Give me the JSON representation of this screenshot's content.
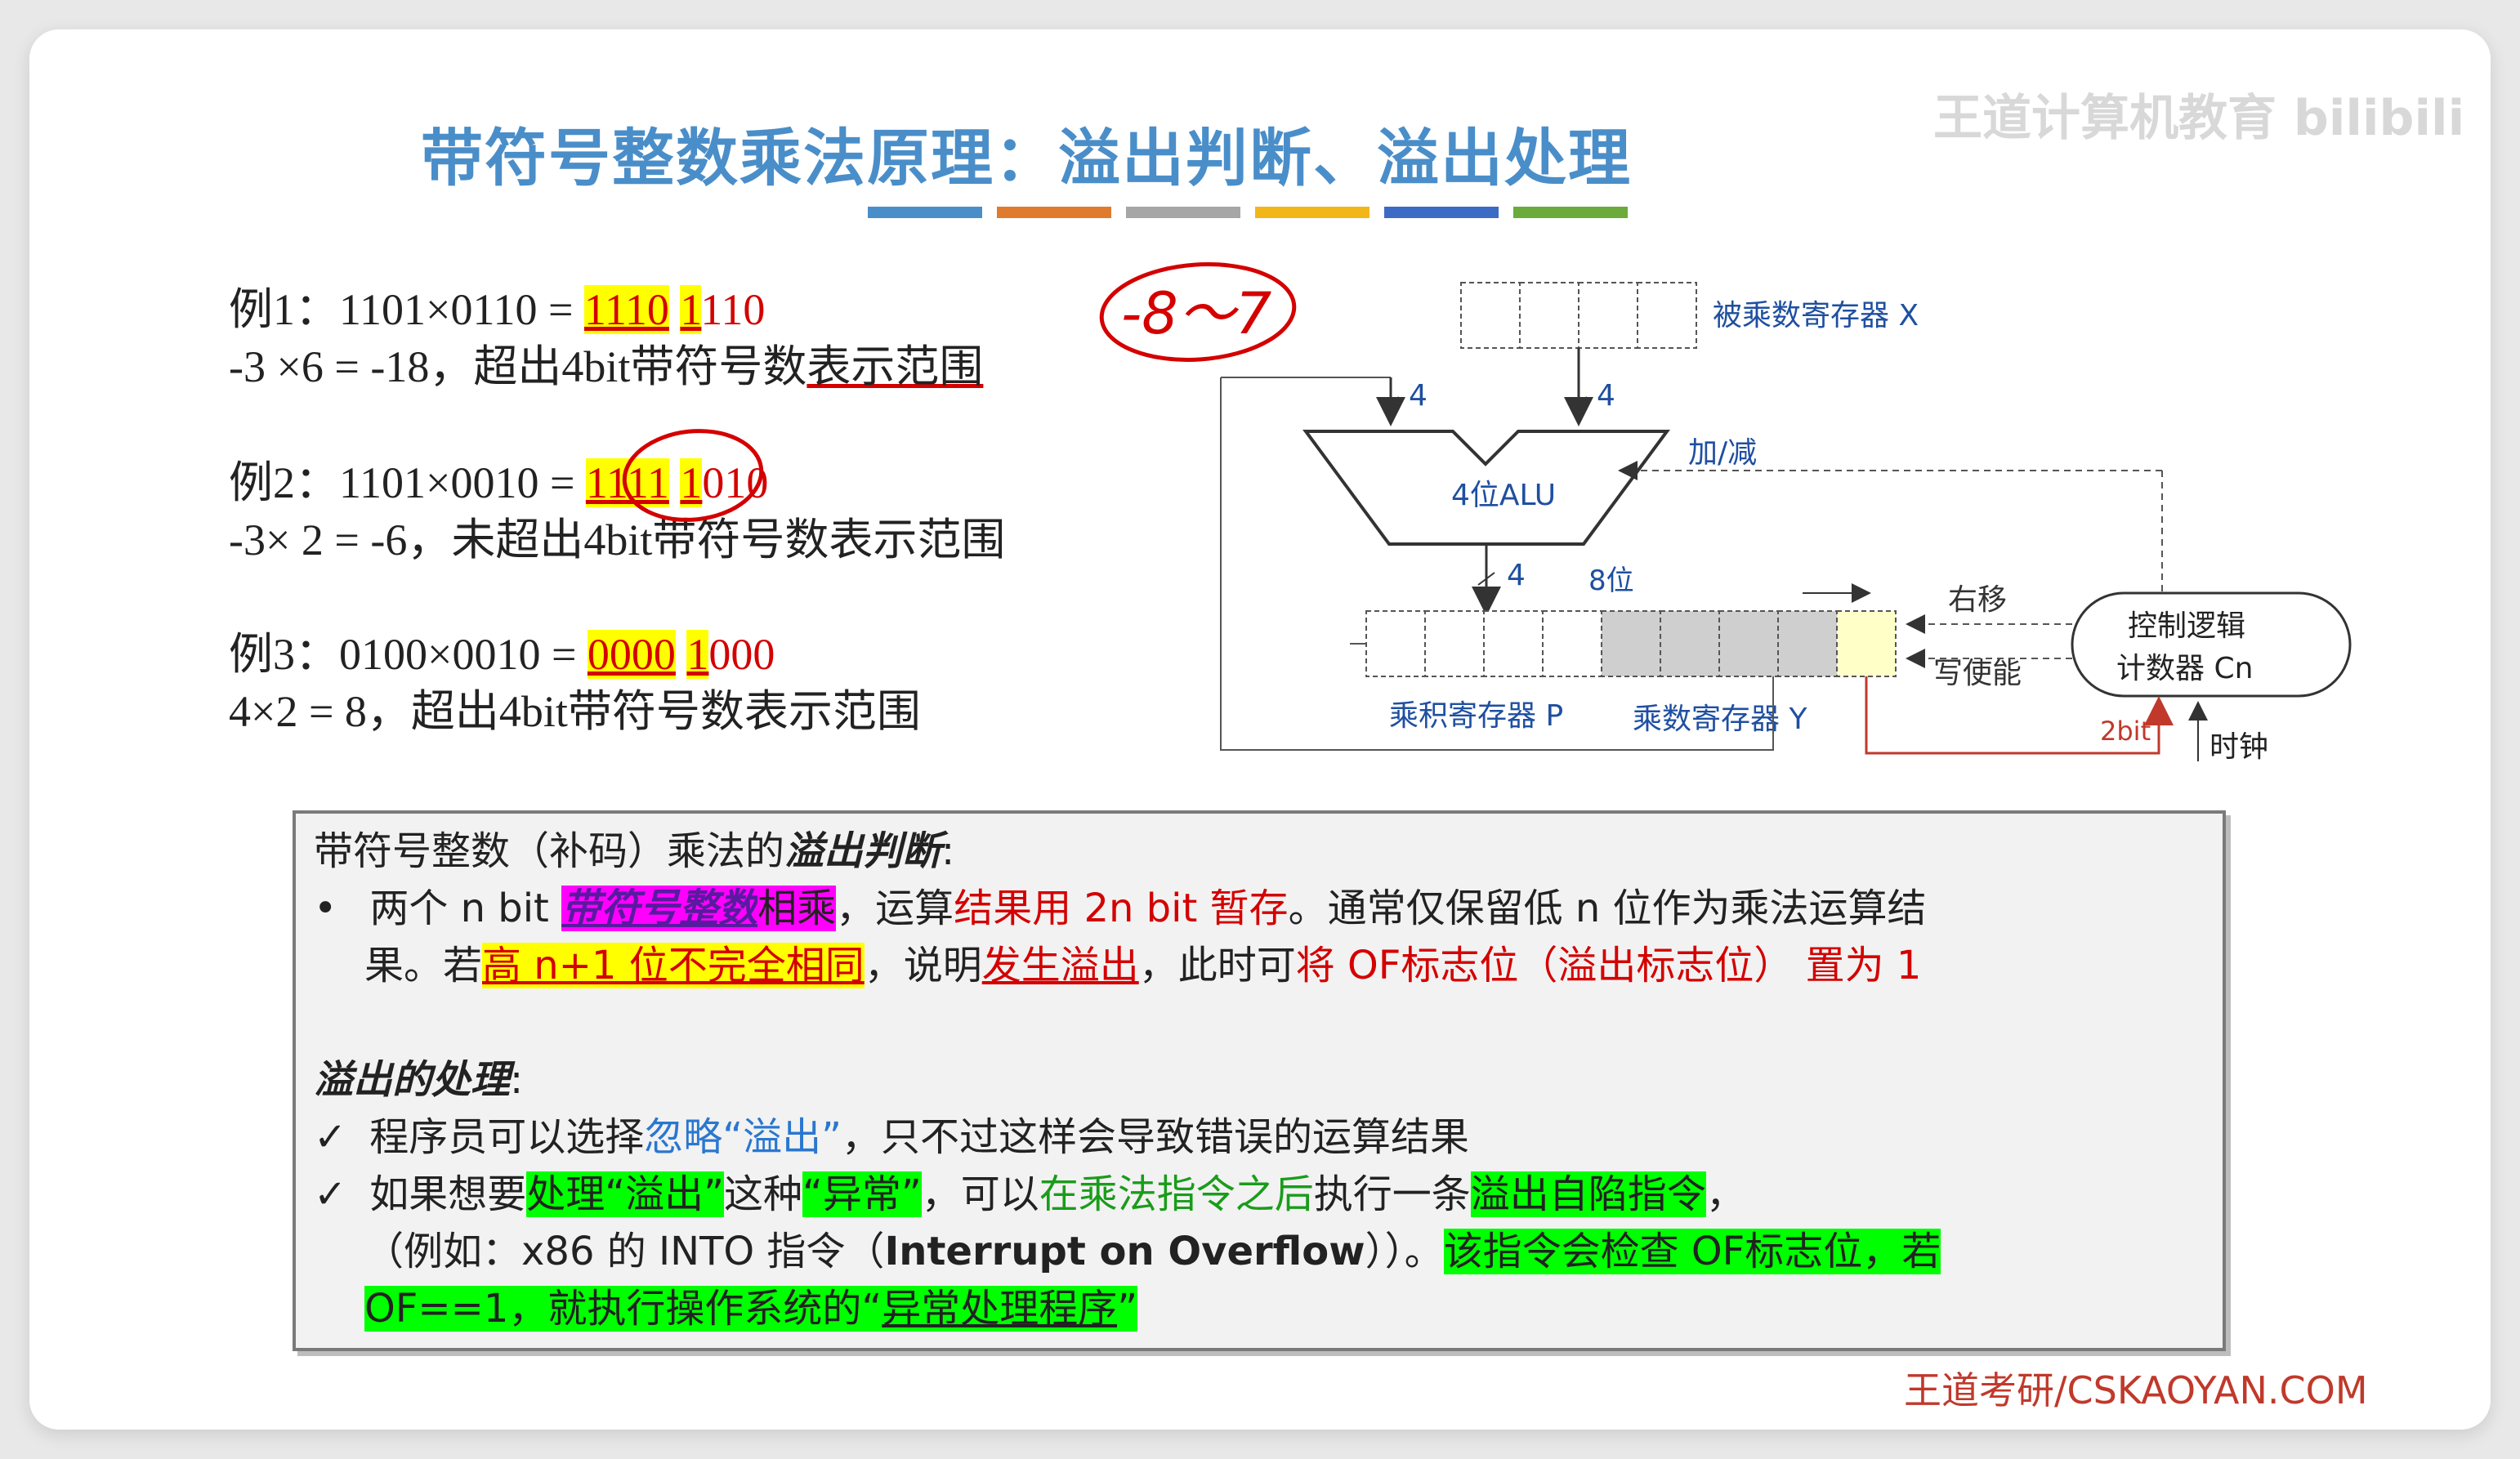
{
  "title": "带符号整数乘法原理：溢出判断、溢出处理",
  "watermark": "王道计算机教育 bilibili",
  "color_bars": [
    "#4a8ec9",
    "#e07a2c",
    "#a6a6a6",
    "#f2b619",
    "#3b6bc4",
    "#6aab3c"
  ],
  "examples": {
    "ex1": {
      "prefix": "例1：1101×0110 = ",
      "hi": "1110",
      "gap": " ",
      "b1": "1",
      "rest": "110",
      "line2_a": "-3 ×6 = -18，超出4bit带符号数",
      "line2_b": "表示范围"
    },
    "ex2": {
      "prefix": "例2：1101×0010 = ",
      "hi": "1111",
      "gap": " ",
      "b1": "1",
      "rest": "010",
      "line2": "-3× 2 = -6，未超出4bit带符号数表示范围"
    },
    "ex3": {
      "prefix": "例3：0100×0010 = ",
      "hi": "0000",
      "gap": " ",
      "b1": "1",
      "rest": "000",
      "line2": "4×2 = 8，超出4bit带符号数表示范围"
    },
    "annotation": "-8～7"
  },
  "diagram": {
    "reg_x_label": "被乘数寄存器 X",
    "alu_label": "4位ALU",
    "bits_4a": "4",
    "bits_4b": "4",
    "bits_4c": "4",
    "bits_8": "8位",
    "add_sub": "加/减",
    "right_shift": "右移",
    "write_enable": "写使能",
    "control_1": "控制逻辑",
    "control_2": "计数器 Cn",
    "reg_p_label": "乘积寄存器 P",
    "reg_y_label": "乘数寄存器 Y",
    "two_bit": "2bit",
    "clock": "时钟"
  },
  "box": {
    "heading_a": "带符号整数（补码）乘法的",
    "heading_b": "溢出判断",
    "heading_c": ":",
    "b1_a": "两个 n bit ",
    "b1_b": "带符号整数",
    "b1_c": "相乘",
    "b1_d": "，运算",
    "b1_e": "结果用 2n bit 暂存",
    "b1_f": "。通常仅保留低 n 位作为乘法运算结",
    "b2_a": "果。若",
    "b2_b": "高 n+1 位不完全相同",
    "b2_c": "，说明",
    "b2_d": "发生溢出",
    "b2_e": "，此时可",
    "b2_f": "将 OF标志位（溢出标志位） 置为 1",
    "handle_title": "溢出的处理",
    "handle_colon": ":",
    "c1_a": "程序员可以选择",
    "c1_b": "忽略“溢出”",
    "c1_c": "，只不过这样会导致错误的运算结果",
    "c2_a": "如果想要",
    "c2_b": "处理“溢出”",
    "c2_c": "这种",
    "c2_d": "“异常”",
    "c2_e": "，可以",
    "c2_f": "在乘法指令之后",
    "c2_g": "执行一条",
    "c2_h": "溢出自陷指令",
    "c2_i": "，",
    "c3_a": "（例如：x86 的 INTO 指令（",
    "c3_b": "Interrupt on Overflow",
    "c3_c": "））。",
    "c3_d": "该指令会检查 OF标志位，若",
    "c4_a": "OF==1，就执行操作系统的“",
    "c4_b": "异常处理程序",
    "c4_c": "”",
    "bullet": "•",
    "check": "✓"
  },
  "footer": "王道考研/CSKAOYAN.COM"
}
